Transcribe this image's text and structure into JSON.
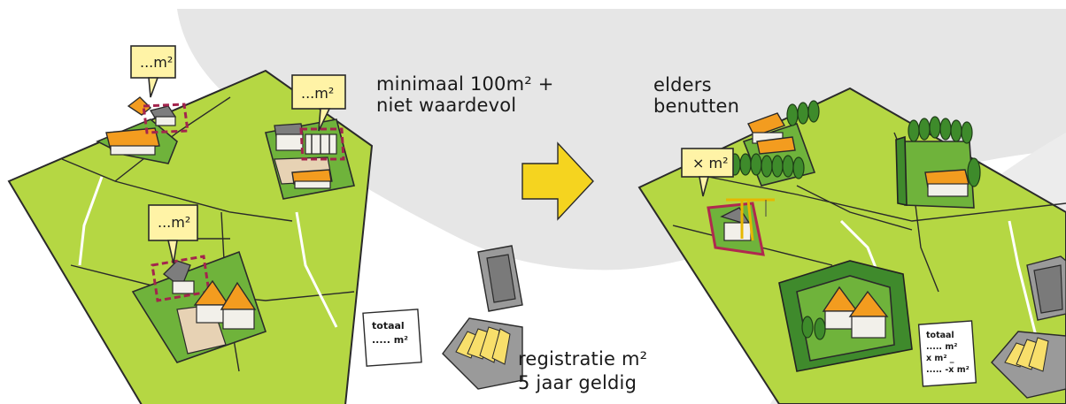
{
  "labels": {
    "callout_1": "...m²",
    "callout_2": "...m²",
    "callout_3": "...m²",
    "callout_4": "× m²",
    "heading_left_1": "minimaal 100m² +",
    "heading_left_2": "niet waardevol",
    "heading_right_1": "elders",
    "heading_right_2": "benutten",
    "register_1": "registratie m²",
    "register_2": "5 jaar geldig",
    "paper_left_1": "totaal",
    "paper_left_2": "..... m²",
    "paper_right_1": "totaal",
    "paper_right_2": "..... m²",
    "paper_right_3": "x m² _",
    "paper_right_4": "..... -x m²"
  },
  "colors": {
    "field": "#b5d743",
    "plot": "#6fb33b",
    "callout": "#fff3a6",
    "arrow": "#f5d41f",
    "marker": "#a3244d",
    "roof": "#f39c1f"
  },
  "icons": [
    "arrow-right-icon",
    "storage-box-icon",
    "crane-icon"
  ]
}
